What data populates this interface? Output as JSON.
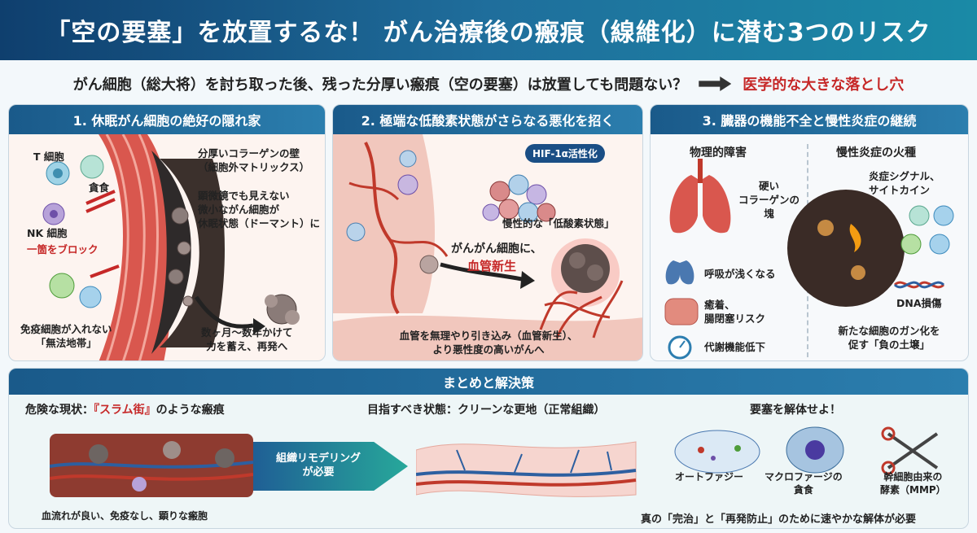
{
  "title": "「空の要塞」を放置するな！ がん治療後の瘢痕（線維化）に潜む3つのリスク",
  "question": {
    "text": "がん細胞（総大将）を討ち取った後、残った分厚い瘢痕（空の要塞）は放置しても問題ない？",
    "answer": "医学的な大きな落とし穴"
  },
  "panel1": {
    "heading": "1. 休眠がん細胞の絶好の隠れ家",
    "t_cell": "T 細胞",
    "macrophage": "貪食",
    "nk_cell": "NK 細胞",
    "block": "一箇をブロック",
    "wall": "分厚いコラーゲンの壁\n（細胞外マトリックス）",
    "dormant": "顕微鏡でも見えない\n微小ながん細胞が\n休眠状態（ドーマント）に",
    "immune_excluded": "免疫細胞が入れない\n「無法地帯」",
    "relapse": "数ヶ月〜数年かけて\n力を蓄え、再発へ"
  },
  "panel2": {
    "heading": "2. 極端な低酸素状態がさらなる悪化を招く",
    "hif": "HIF-1α活性化",
    "hypoxia": "慢性的な「低酸素状態」",
    "angio_intro": "がんがん細胞に、",
    "angio": "血管新生",
    "caption": "血管を無理やり引き込み（血管新生）、\nより悪性度の高いがんへ"
  },
  "panel3": {
    "heading": "3. 臓器の機能不全と慢性炎症の継続",
    "physical_title": "物理的障害",
    "collagen_lump": "硬い\nコラーゲンの\n塊",
    "breathing": "呼吸が浅くなる",
    "adhesion": "癒着、\n腸閉塞リスク",
    "metabolism": "代謝機能低下",
    "inflammation_title": "慢性炎症の火種",
    "signal": "炎症シグナル、\nサイトカイン",
    "dna": "DNA損傷",
    "soil": "新たな細胞のガン化を\n促す「負の土壌」"
  },
  "summary": {
    "heading": "まとめと解決策",
    "danger_prefix": "危険な現状：",
    "danger_highlight": "『スラム街』",
    "danger_suffix": "のような瘢痕",
    "danger_caption": "血流れが良い、免疫なし、顕りな瘢胞",
    "remodel": "組織リモデリング\nが必要",
    "goal": "目指すべき状態：クリーンな更地（正常組織）",
    "dismantle": "要塞を解体せよ！",
    "autophagy": "オートファジー",
    "macrophage": "マクロファージの\n貪食",
    "mmp": "幹細胞由来の\n酵素（MMP）",
    "conclusion": "真の「完治」と「再発防止」のために速やかな解体が必要"
  },
  "colors": {
    "header": "#1a5a8a",
    "accent": "#c62828",
    "tissue": "#d9574e"
  }
}
